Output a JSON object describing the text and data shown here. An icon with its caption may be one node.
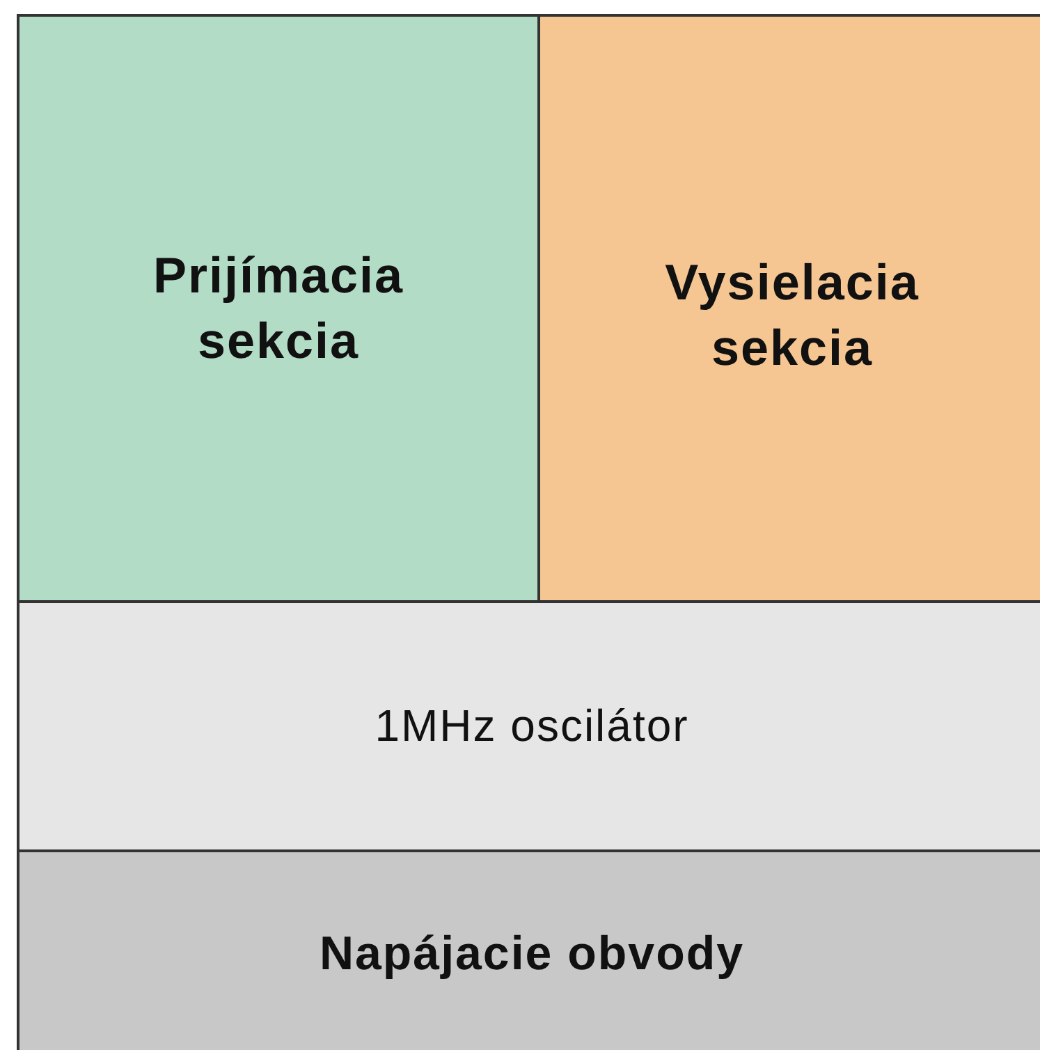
{
  "diagram": {
    "nodes": [
      {
        "text": [
          "Prijímacia sekcia"
        ]
      },
      {
        "text": [
          "Vysielacia sekcia"
        ]
      },
      {
        "text": [
          "1MHz oscilátor"
        ]
      },
      {
        "text": [
          "Napájacie obvody"
        ]
      }
    ]
  }
}
